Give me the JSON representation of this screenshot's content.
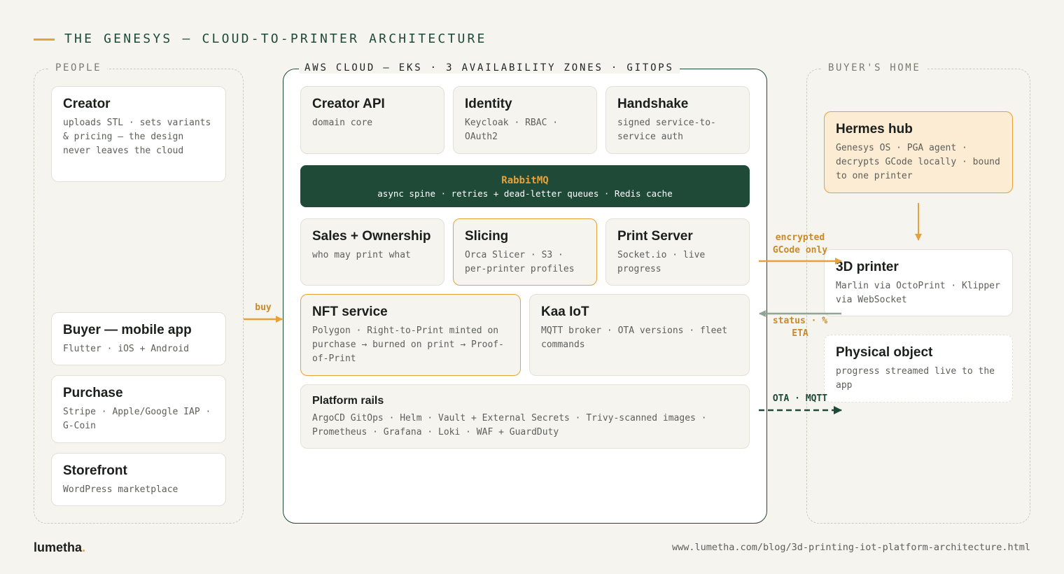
{
  "title": "THE GENESYS — CLOUD-TO-PRINTER ARCHITECTURE",
  "regions": {
    "people": "PEOPLE",
    "aws": "AWS CLOUD — EKS · 3 AVAILABILITY ZONES · GITOPS",
    "home": "BUYER'S HOME"
  },
  "people": {
    "creator": {
      "title": "Creator",
      "desc": "uploads STL · sets variants & pricing — the design never leaves the cloud"
    },
    "buyer": {
      "title": "Buyer — mobile app",
      "desc": "Flutter · iOS + Android"
    },
    "purchase": {
      "title": "Purchase",
      "desc": "Stripe · Apple/Google IAP · G-Coin"
    },
    "storefront": {
      "title": "Storefront",
      "desc": "WordPress marketplace"
    }
  },
  "cloud": {
    "creator_api": {
      "title": "Creator API",
      "desc": "domain core"
    },
    "identity": {
      "title": "Identity",
      "desc": "Keycloak · RBAC · OAuth2"
    },
    "handshake": {
      "title": "Handshake",
      "desc": "signed service-to-service auth"
    },
    "rabbitmq": {
      "title": "RabbitMQ",
      "desc": "async spine · retries + dead-letter queues · Redis cache"
    },
    "sales": {
      "title": "Sales + Ownership",
      "desc": "who may print what"
    },
    "slicing": {
      "title": "Slicing",
      "desc": "Orca Slicer · S3 · per-printer profiles"
    },
    "print_server": {
      "title": "Print Server",
      "desc": "Socket.io · live progress"
    },
    "nft": {
      "title": "NFT service",
      "desc": "Polygon · Right-to-Print minted on purchase → burned on print → Proof-of-Print"
    },
    "kaa": {
      "title": "Kaa IoT",
      "desc": "MQTT broker · OTA versions · fleet commands"
    },
    "rails": {
      "title": "Platform rails",
      "desc": "ArgoCD GitOps · Helm · Vault + External Secrets · Trivy-scanned images · Prometheus · Grafana · Loki · WAF + GuardDuty"
    }
  },
  "home": {
    "hermes": {
      "title": "Hermes hub",
      "desc": "Genesys OS · PGA agent · decrypts GCode locally · bound to one printer"
    },
    "printer": {
      "title": "3D printer",
      "desc": "Marlin via OctoPrint · Klipper via WebSocket"
    },
    "object": {
      "title": "Physical object",
      "desc": "progress streamed live to the app"
    }
  },
  "arrows": {
    "buy": "buy",
    "gcode_1": "encrypted",
    "gcode_2": "GCode only",
    "status_1": "status · %",
    "status_2": "ETA",
    "ota": "OTA · MQTT"
  },
  "colors": {
    "accent": "#e6a13a",
    "dark_green": "#1f4a38",
    "muted_green": "#8fa596",
    "background": "#f6f4ee"
  },
  "footer": {
    "logo": "lumetha",
    "logo_dot": ".",
    "url": "www.lumetha.com/blog/3d-printing-iot-platform-architecture.html"
  }
}
